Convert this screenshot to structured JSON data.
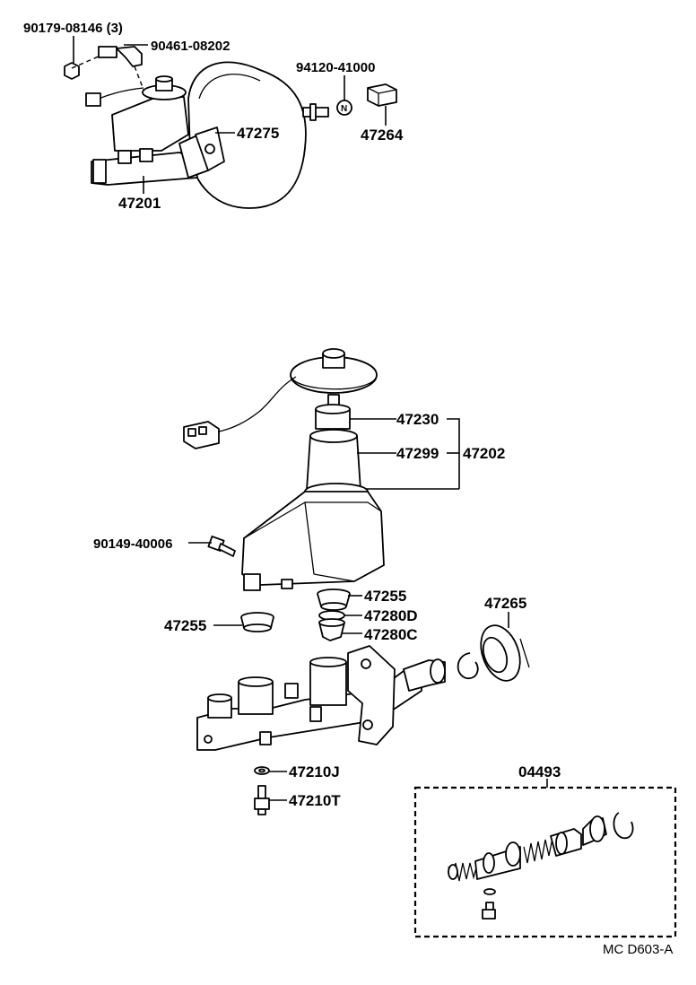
{
  "parts": {
    "p_90179": "90179-08146 (3)",
    "p_90461": "90461-08202",
    "p_94120": "94120-41000",
    "p_47275": "47275",
    "p_47264": "47264",
    "p_47201": "47201",
    "p_47230": "47230",
    "p_47299": "47299",
    "p_47202": "47202",
    "p_90149": "90149-40006",
    "p_47255a": "47255",
    "p_47280d": "47280D",
    "p_47280c": "47280C",
    "p_47255b": "47255",
    "p_47265": "47265",
    "p_47210j": "47210J",
    "p_47210t": "47210T",
    "p_04493": "04493"
  },
  "footer": {
    "code": "MC D603-A"
  }
}
